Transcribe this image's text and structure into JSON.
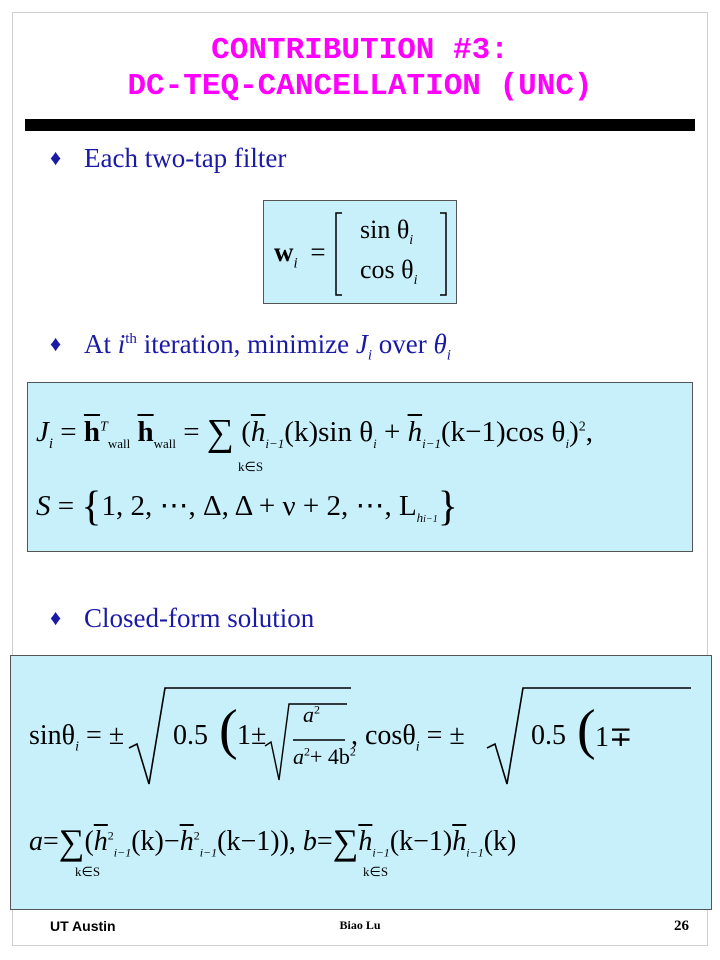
{
  "title": {
    "line1": "CONTRIBUTION #3:",
    "line2": "DC-TEQ-CANCELLATION (UNC)"
  },
  "bullets": {
    "b1": {
      "text": "Each two-tap filter"
    },
    "b2": {
      "prefix": "At ",
      "var_i": "i",
      "sup": "th",
      "mid": " iteration, minimize ",
      "J": "J",
      "J_sub": "i",
      "over": " over ",
      "theta": "θ",
      "theta_sub": "i"
    },
    "b3": {
      "text": "Closed-form solution"
    }
  },
  "equations": {
    "eq_w": {
      "lhs_bold": "w",
      "lhs_sub": "i",
      "eq": "=",
      "row1": "sin θ",
      "row1_sub": "i",
      "row2": "cos θ",
      "row2_sub": "i"
    },
    "eq_J": {
      "lhs": "J",
      "lhs_sub": "i",
      "eq1": "=",
      "h1": "h",
      "h1_sup": "T",
      "h1_sub": "wall",
      "h2": "h",
      "h2_sub": "wall",
      "eq2": "=",
      "sum_under": "k∈S",
      "term1": "h",
      "term1_sub": "i−1",
      "term1_arg": "(k)",
      "sin": "sin θ",
      "sin_sub": "i",
      "plus": "+",
      "term2": "h",
      "term2_sub": "i−1",
      "term2_arg": "(k−1)",
      "cos": "cos θ",
      "cos_sub": "i",
      "exp": "2",
      "trail": ","
    },
    "eq_S": {
      "lhs": "S",
      "eq": "=",
      "set": "1, 2, ⋯, Δ, Δ + ν + 2, ⋯, L",
      "L_sub": "h",
      "L_subsub": "i−1"
    },
    "eq_sol": {
      "sin": "sinθ",
      "sin_sub": "i",
      "eq": "= ±",
      "half": "0.5",
      "one_pm": "1±",
      "num": "a",
      "num_sup": "2",
      "den": "a",
      "den_sup": "2",
      "den_plus": "+ 4b",
      "den_plus_sup": "2",
      "comma": ",",
      "cos": "cosθ",
      "cos_sub": "i",
      "one_mp": "1∓"
    },
    "eq_ab": {
      "a": "a",
      "eq": "=",
      "sum_under": "k∈S",
      "h": "h",
      "sq_sup": "2",
      "sub": "i−1",
      "arg1": "(k)",
      "minus": "−",
      "arg2": "(k−1)",
      "comma": ",",
      "b": "b",
      "arg3": "(k−1)",
      "arg4": "(k)"
    }
  },
  "footer": {
    "left": "UT Austin",
    "center": "Biao Lu",
    "page": "26"
  }
}
